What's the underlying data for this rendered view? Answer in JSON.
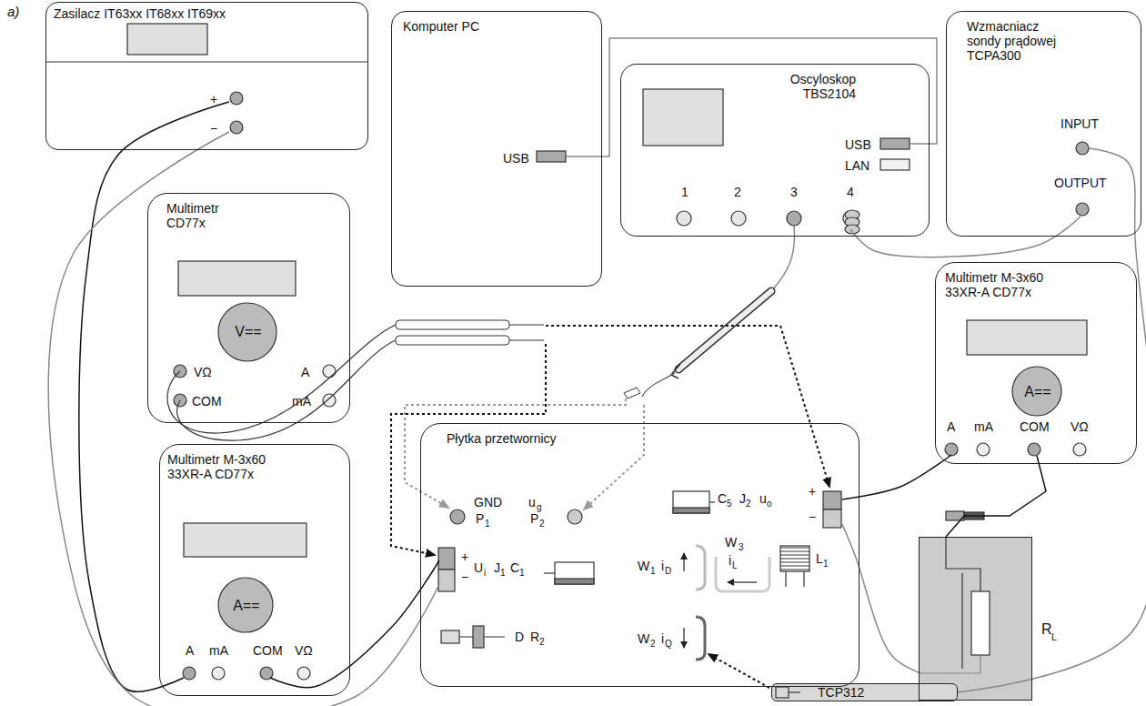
{
  "diagram": {
    "nodes": [
      {
        "text": [
          "Zasilacz IT63xx IT68xx IT69xx",
          "+",
          "−"
        ]
      },
      {
        "text": [
          "Komputer PC",
          "USB"
        ]
      },
      {
        "text": [
          "Oscyloskop TBS2104",
          "USB",
          "LAN",
          "1",
          "2",
          "3",
          "4"
        ]
      },
      {
        "text": [
          "Wzmacniacz sondy prądowej TCPA300",
          "INPUT",
          "OUTPUT"
        ]
      },
      {
        "text": [
          "Multimetr CD77x",
          "V==",
          "VΩ",
          "A",
          "COM",
          "mA"
        ]
      },
      {
        "text": [
          "Multimetr M-3x60 33XR-A CD77x",
          "A==",
          "A",
          "mA",
          "COM",
          "VΩ"
        ]
      },
      {
        "text": [
          "Płytka przetwornicy",
          "GND",
          "P",
          "1",
          "u",
          "g",
          "P",
          "2",
          "+",
          "−",
          "U",
          "i",
          "J",
          "1",
          "C",
          "1",
          "C",
          "5",
          "J",
          "2",
          "u",
          "o",
          "+",
          "−",
          "W",
          "1",
          "i",
          "D",
          "W",
          "2",
          "i",
          "Q",
          "W",
          "3",
          "i",
          "L",
          "L",
          "1",
          "D",
          "R",
          "2"
        ]
      },
      {
        "text": [
          "Multimetr M-3x60 33XR-A CD77x",
          "A==",
          "A",
          "mA",
          "COM",
          "VΩ"
        ]
      },
      {
        "text": [
          "R",
          "L"
        ]
      },
      {
        "text": [
          "TCP312"
        ]
      }
    ],
    "edges": [
      {
        "from": 1,
        "to": 2,
        "arrow": "none"
      },
      {
        "from": 2,
        "to": 3,
        "arrow": "none"
      },
      {
        "from": 3,
        "to": 9,
        "arrow": "none"
      },
      {
        "from": 0,
        "to": 7,
        "arrow": "none"
      },
      {
        "from": 0,
        "to": 6,
        "arrow": "none"
      },
      {
        "from": 7,
        "to": 6,
        "arrow": "none"
      },
      {
        "from": 6,
        "to": 5,
        "arrow": "none"
      },
      {
        "from": 5,
        "to": 8,
        "arrow": "none"
      },
      {
        "from": 8,
        "to": 6,
        "arrow": "none"
      },
      {
        "from": 4,
        "to": 6,
        "arrow": "to"
      },
      {
        "from": 4,
        "to": 6,
        "arrow": "to"
      },
      {
        "from": 2,
        "to": 6,
        "arrow": "to"
      },
      {
        "from": 2,
        "to": 6,
        "arrow": "to"
      },
      {
        "from": 9,
        "to": 6,
        "arrow": "to"
      }
    ],
    "labels": [
      "a)"
    ]
  }
}
